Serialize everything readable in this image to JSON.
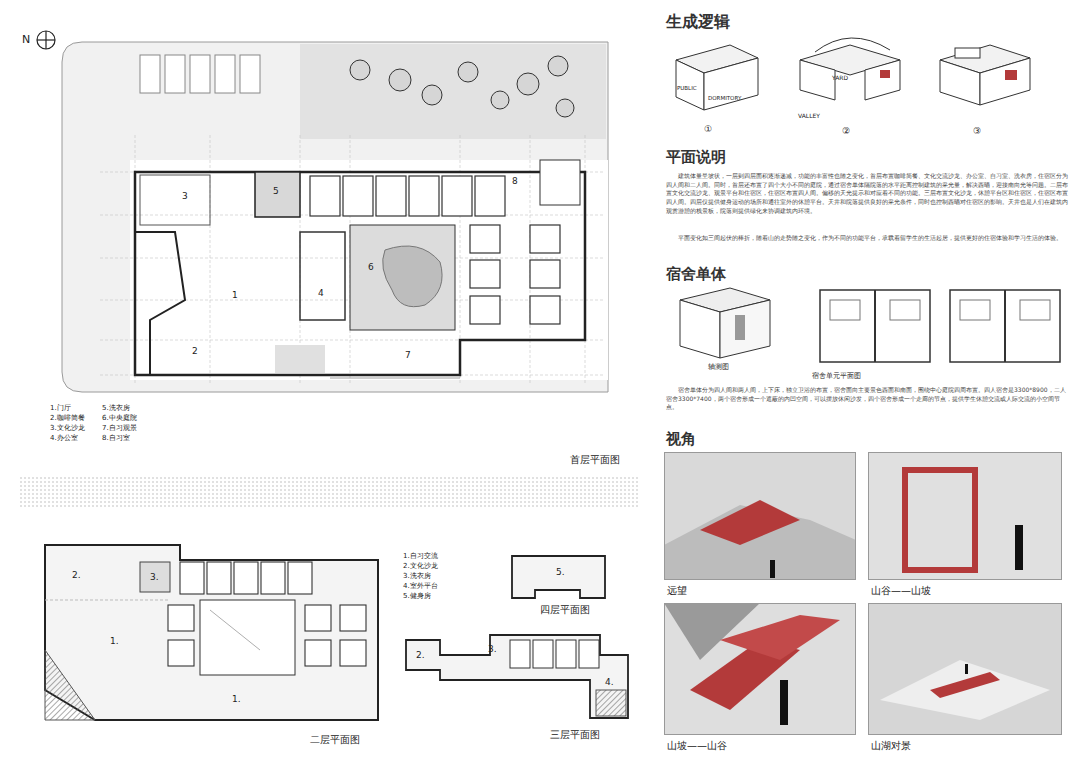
{
  "diagram": {
    "nodes": [
      {
        "text": [
          "DORMITORY",
          "PUBLIC",
          "①"
        ]
      },
      {
        "text": [
          "YARD",
          "VALLEY",
          "②"
        ]
      },
      {
        "text": [
          "③"
        ]
      },
      {
        "text": [
          "远望"
        ]
      },
      {
        "text": [
          "山谷——山坡"
        ]
      },
      {
        "text": [
          "山坡——山谷"
        ]
      },
      {
        "text": [
          "山湖对景"
        ]
      }
    ],
    "labels": [
      "N",
      "3",
      "5",
      "8",
      "1",
      "6",
      "4",
      "2",
      "7",
      "1.门厅",
      "2.咖啡简餐",
      "3.文化沙龙",
      "4.办公室",
      "5.洗衣房",
      "6.中央庭院",
      "7.自习观景",
      "8.自习室",
      "首层平面图",
      "2.",
      "3.",
      "1.",
      "1.",
      "二层平面图",
      "1.自习交流",
      "2.文化沙龙",
      "3.洗衣房",
      "4.室外平台",
      "5.健身房",
      "5.",
      "四层平面图",
      "2.",
      "3.",
      "4.",
      "三层平面图",
      "生成逻辑",
      "平面说明",
      "建筑体量呈坡状，一层到四层面积逐渐递减，功能的丰富性也随之变化，首层布置咖啡简餐、文化交流沙龙、办公室、自习室、洗衣房，住宿区分为四人间和二人间。同时，首层还布置了四个大小不同的庭院，通过宿舍单体隔院落的水平距离控制建筑的采光量，解决西晒，迎接南向光等问题。二层布置文化交流沙龙、观景平台和住宿区，住宿区布置四人间。偏移的天光提示和对应着不同的功能。三层布置文化沙龙，休憩平台区和住宿区，住宿区布置四人间。四层仅提供健身运动的场所和通往室外的休憩平台。天井和院落提供良好的采光条件，同时也控制西晒对住宿区的影响。天井也是人们在建筑内观赏游憩的栈景板，院落则提供绿化来协调建筑内环境。",
      "平面变化如三间起伏的棒折，随着山的走势随之变化，作为不同的功能平台，承载着留学生的生活起居，提供更好的住宿体验和学习生活的体验。",
      "宿舍单体",
      "轴测图",
      "宿舍单元平面图",
      "宿舍单体分为四人间和两人间，上下床，独立卫浴的布置，宿舍面向主要景色西面和南面，围绕中心庭院四周布置。四人宿舍是3300*8900，二人宿舍3300*7400，两个宿舍形成一个遮蔽的内凹空间，可以摆放休闲沙发，四个宿舍形成一个走廊的节点，提供学生休憩交流或人际交流的小空间节点。",
      "视角"
    ]
  }
}
